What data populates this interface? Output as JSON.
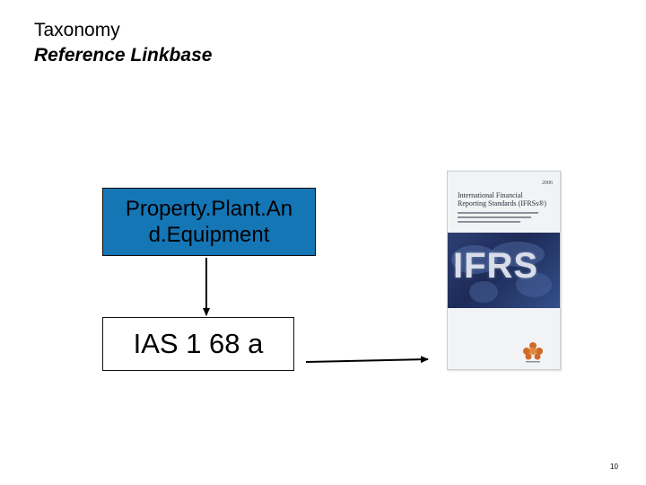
{
  "slide": {
    "title": "Taxonomy",
    "subtitle": "Reference Linkbase",
    "page_number": "10"
  },
  "diagram": {
    "concept_label": "Property.Plant.An d.Equipment",
    "concept_line_1": "Property.Plant.An",
    "concept_line_2": "d.Equipment",
    "reference_label": "IAS 1 68 a",
    "colors": {
      "concept_fill": "#1576b6",
      "arrow": "#000000"
    }
  },
  "book_cover": {
    "year": "2006",
    "title": "International Financial Reporting Standards (IFRSs®)",
    "title_line_1": "International Financial",
    "title_line_2": "Reporting Standards (IFRSs®)",
    "band_text": "IFRS",
    "colors": {
      "band": "#24356a",
      "logo": "#d2692a"
    }
  }
}
